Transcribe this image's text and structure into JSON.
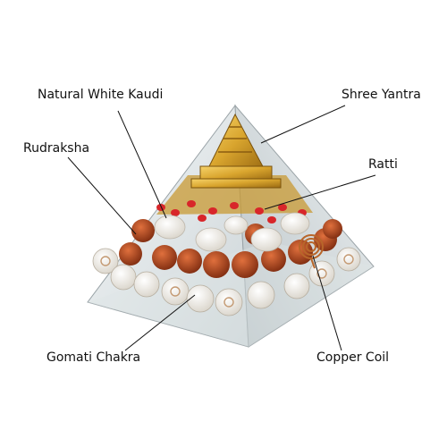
{
  "labels": {
    "natural_white_kaudi": "Natural White Kaudi",
    "shree_yantra": "Shree Yantra",
    "rudraksha": "Rudraksha",
    "ratti": "Ratti",
    "gomati_chakra": "Gomati Chakra",
    "copper_coil": "Copper Coil"
  },
  "colors": {
    "gold": "#d9a52e",
    "rudraksha": "#b04a22",
    "ratti_red": "#d8262a",
    "shell_white": "#f7f4ee",
    "copper": "#b8662a",
    "glass": "#e9eef0"
  }
}
